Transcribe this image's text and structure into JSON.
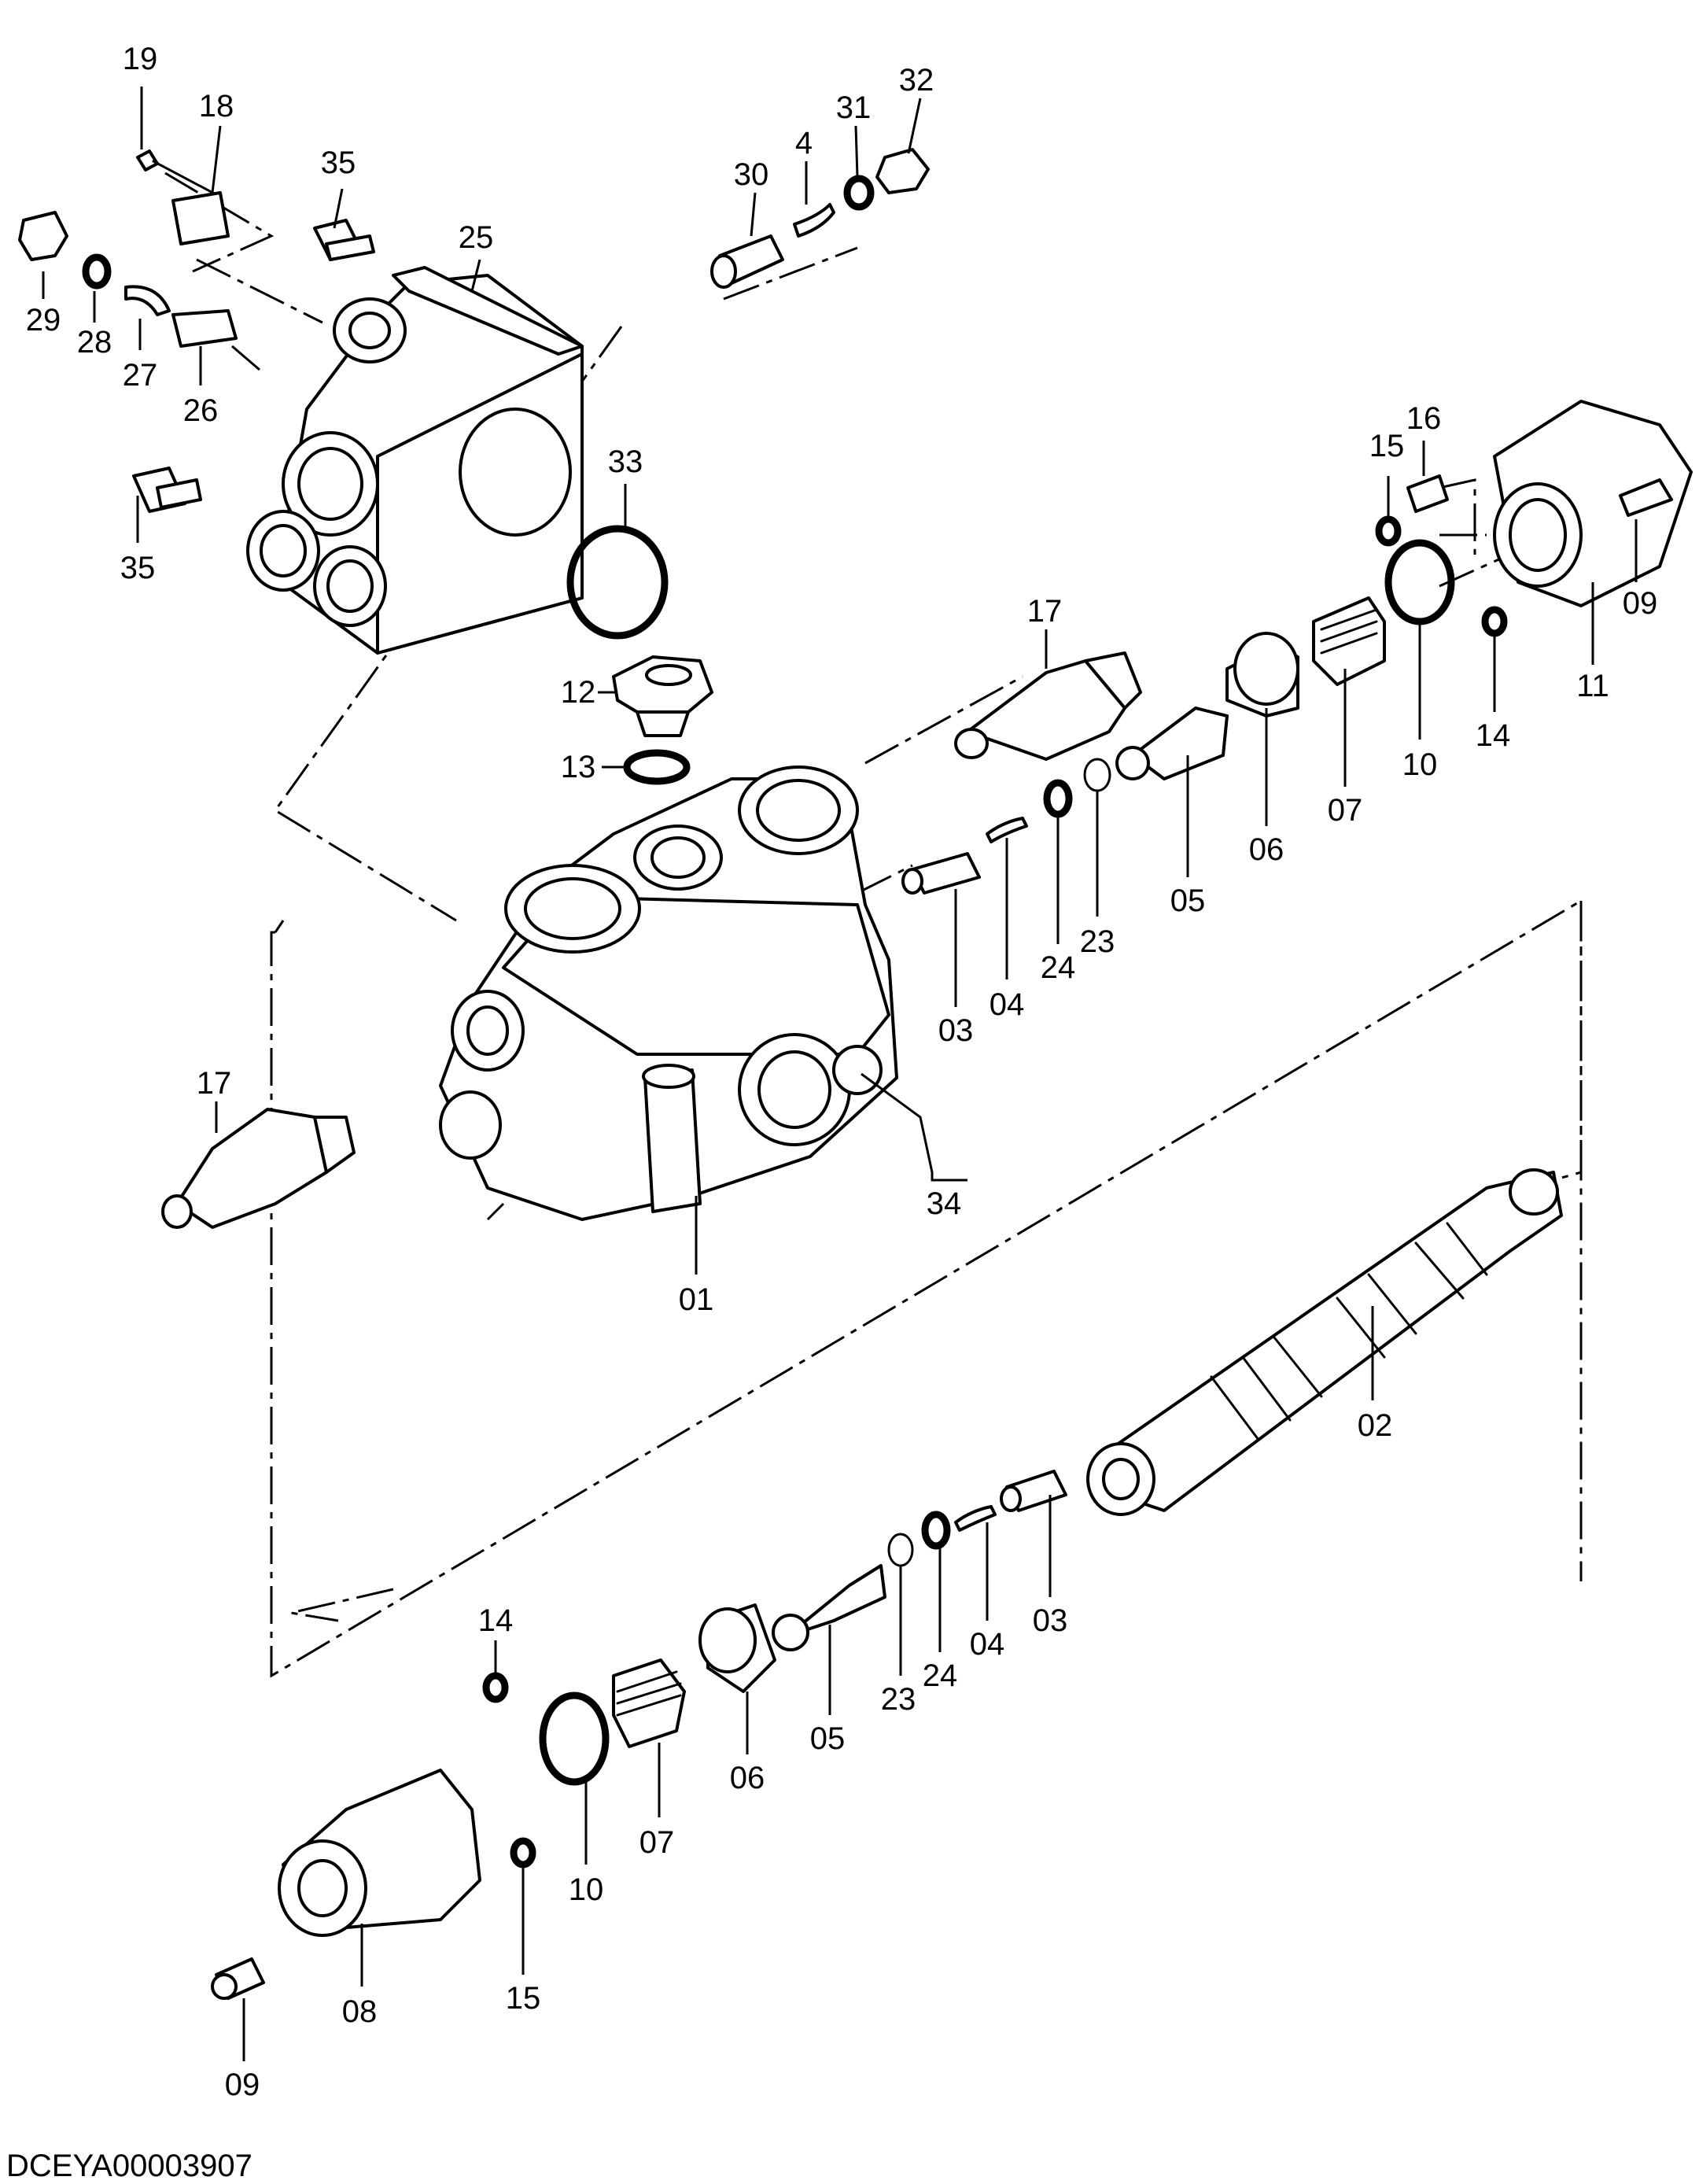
{
  "drawing_code": "DCEYA00003907",
  "callouts": [
    "19",
    "18",
    "35",
    "25",
    "30",
    "4",
    "31",
    "32",
    "29",
    "28",
    "27",
    "26",
    "35",
    "33",
    "15",
    "16",
    "09",
    "11",
    "10",
    "14",
    "17",
    "12",
    "13",
    "06",
    "07",
    "05",
    "23",
    "24",
    "04",
    "03",
    "17",
    "01",
    "34",
    "02",
    "03",
    "04",
    "24",
    "23",
    "05",
    "06",
    "07",
    "10",
    "14",
    "15",
    "08",
    "09"
  ]
}
